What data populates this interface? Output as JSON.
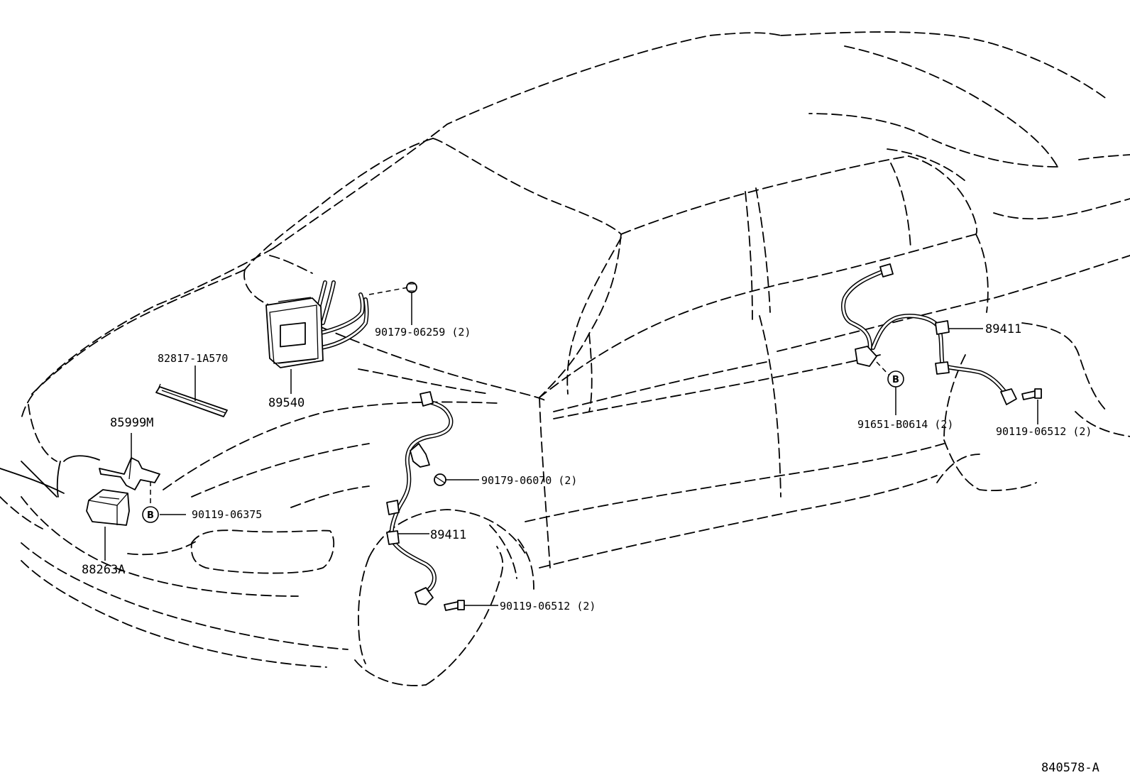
{
  "callouts": {
    "ecu_nut": "90179-06259 (2)",
    "cable_strip": "82817-1A570",
    "ecu": "89540",
    "bracket": "85999M",
    "bracket_bolt": "90119-06375",
    "relay": "88263A",
    "front_nut": "90179-06070 (2)",
    "front_sensor": "89411",
    "front_bolt": "90119-06512 (2)",
    "rear_sensor": "89411",
    "rear_clamp_bolt": "91651-B0614 (2)",
    "rear_bolt": "90119-06512 (2)"
  },
  "markers": {
    "b1": "B",
    "b2": "B"
  },
  "figure_id": "840578-A"
}
